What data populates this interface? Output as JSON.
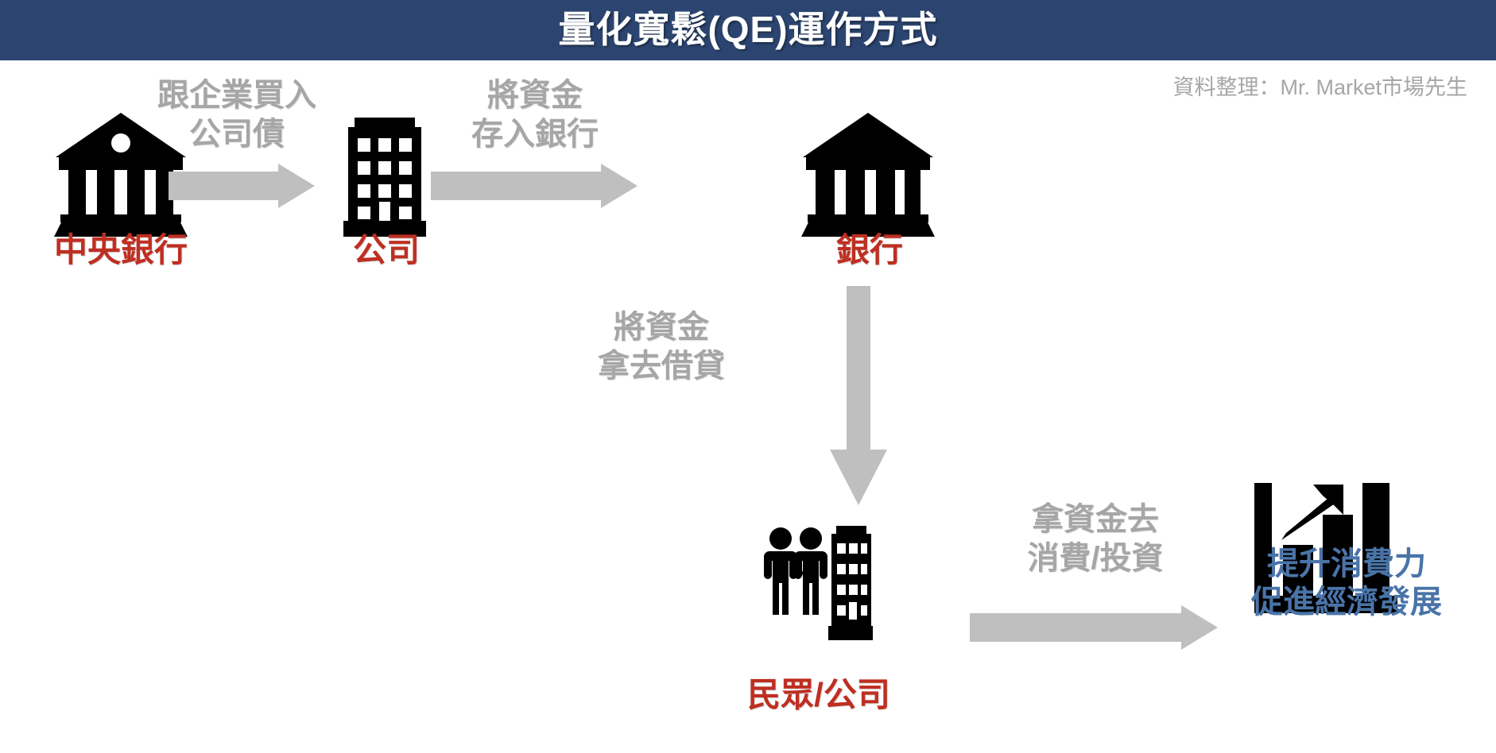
{
  "header": {
    "title": "量化寬鬆(QE)運作方式",
    "bar_color": "#2c4570",
    "title_color": "#ffffff"
  },
  "credit": {
    "text": "資料整理：Mr. Market市場先生",
    "color": "#a6a6a6"
  },
  "colors": {
    "arrow": "#bfbfbf",
    "flow_text": "#a6a6a6",
    "node_text": "#be2f22",
    "outcome_text": "#4a74a8",
    "icon": "#000000",
    "background": "#ffffff"
  },
  "nodes": [
    {
      "id": "central-bank",
      "label": "中央銀行",
      "icon": "bank-classical-icon"
    },
    {
      "id": "company",
      "label": "公司",
      "icon": "office-building-icon"
    },
    {
      "id": "bank",
      "label": "銀行",
      "icon": "bank-classical-icon"
    },
    {
      "id": "public-company",
      "label": "民眾/公司",
      "icon": "people-and-building-icon"
    },
    {
      "id": "growth",
      "label": "提升消費力\n促進經濟發展",
      "icon": "bar-chart-growth-icon"
    }
  ],
  "flows": [
    {
      "id": "flow-1",
      "text": "跟企業買入\n公司債",
      "from": "central-bank",
      "to": "company",
      "direction": "right"
    },
    {
      "id": "flow-2",
      "text": "將資金\n存入銀行",
      "from": "company",
      "to": "bank",
      "direction": "right"
    },
    {
      "id": "flow-3",
      "text": "將資金\n拿去借貸",
      "from": "bank",
      "to": "public-company",
      "direction": "down"
    },
    {
      "id": "flow-4",
      "text": "拿資金去\n消費/投資",
      "from": "public-company",
      "to": "growth",
      "direction": "right"
    }
  ]
}
